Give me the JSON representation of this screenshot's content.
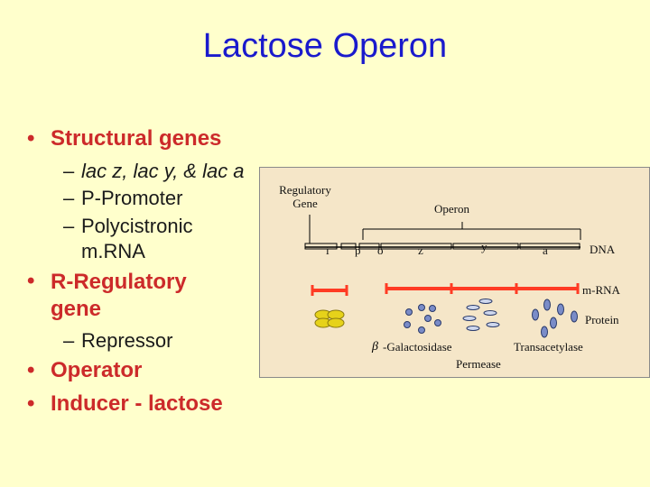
{
  "slide": {
    "title": "Lactose Operon",
    "bullets": [
      {
        "text": "Structural genes"
      },
      {
        "text": "R-Regulatory gene"
      },
      {
        "text": "Operator"
      },
      {
        "text": "Inducer - lactose"
      }
    ],
    "structural_subitems": [
      "lac z, lac y, & lac a",
      "P-Promoter",
      "Polycistronic",
      "m.RNA"
    ],
    "regulatory_subitems": [
      "Repressor"
    ]
  },
  "diagram": {
    "labels": {
      "regulatory_gene_line1": "Regulatory",
      "regulatory_gene_line2": "Gene",
      "operon": "Operon",
      "dna": "DNA",
      "mrna": "m-RNA",
      "protein": "Protein",
      "galactosidase": "-Galactosidase",
      "permease": "Permease",
      "transacetylase": "Transacetylase"
    },
    "genes": [
      "i",
      "p",
      "o",
      "z",
      "y",
      "a"
    ],
    "colors": {
      "dna_line": "#000000",
      "mrna": "#ff3b24",
      "i_gene": "#ff3b24",
      "repressor": "#e6d21a",
      "protein_dots": "#7a8cc8",
      "frame_bg": "#F5E6C8"
    }
  }
}
